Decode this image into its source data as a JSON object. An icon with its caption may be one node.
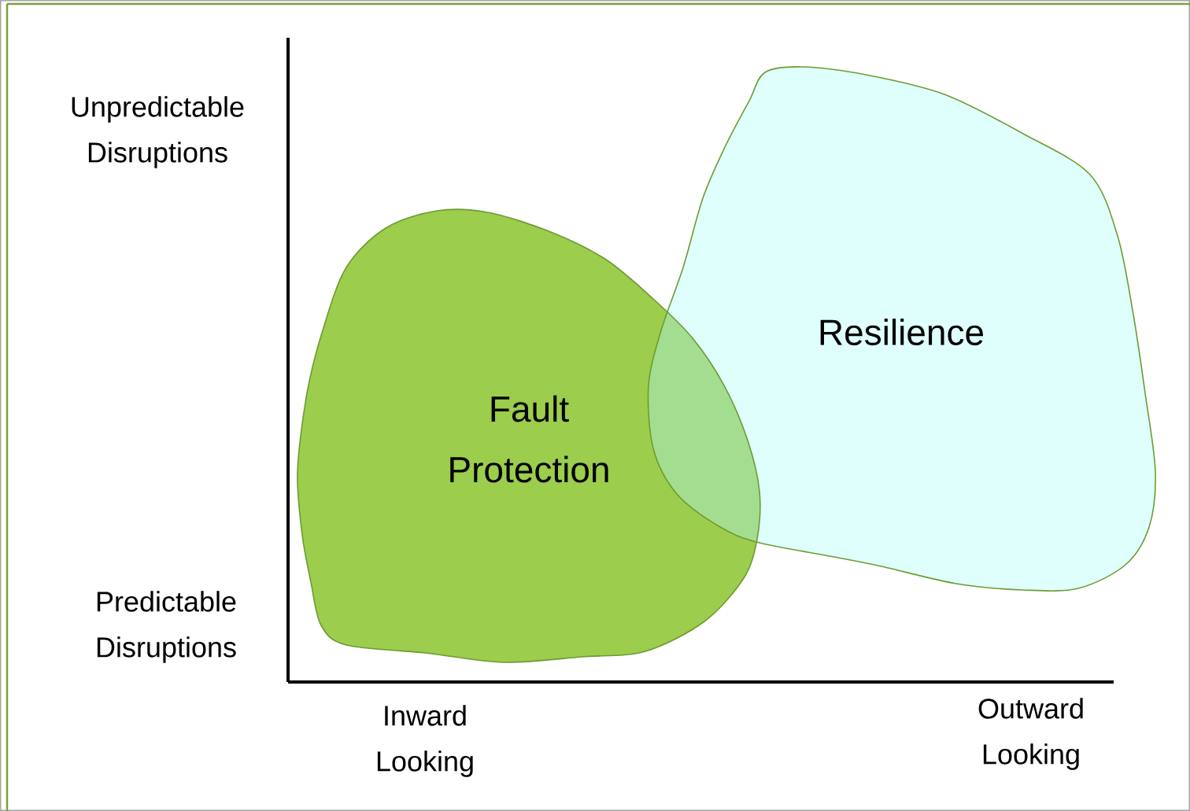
{
  "diagram": {
    "nodes": [
      {
        "text": [
          "Fault Protection"
        ]
      },
      {
        "text": [
          "Resilience"
        ]
      }
    ],
    "labels": [
      "Unpredictable Disruptions",
      "Predictable Disruptions",
      "Inward Looking",
      "Outward Looking"
    ]
  }
}
